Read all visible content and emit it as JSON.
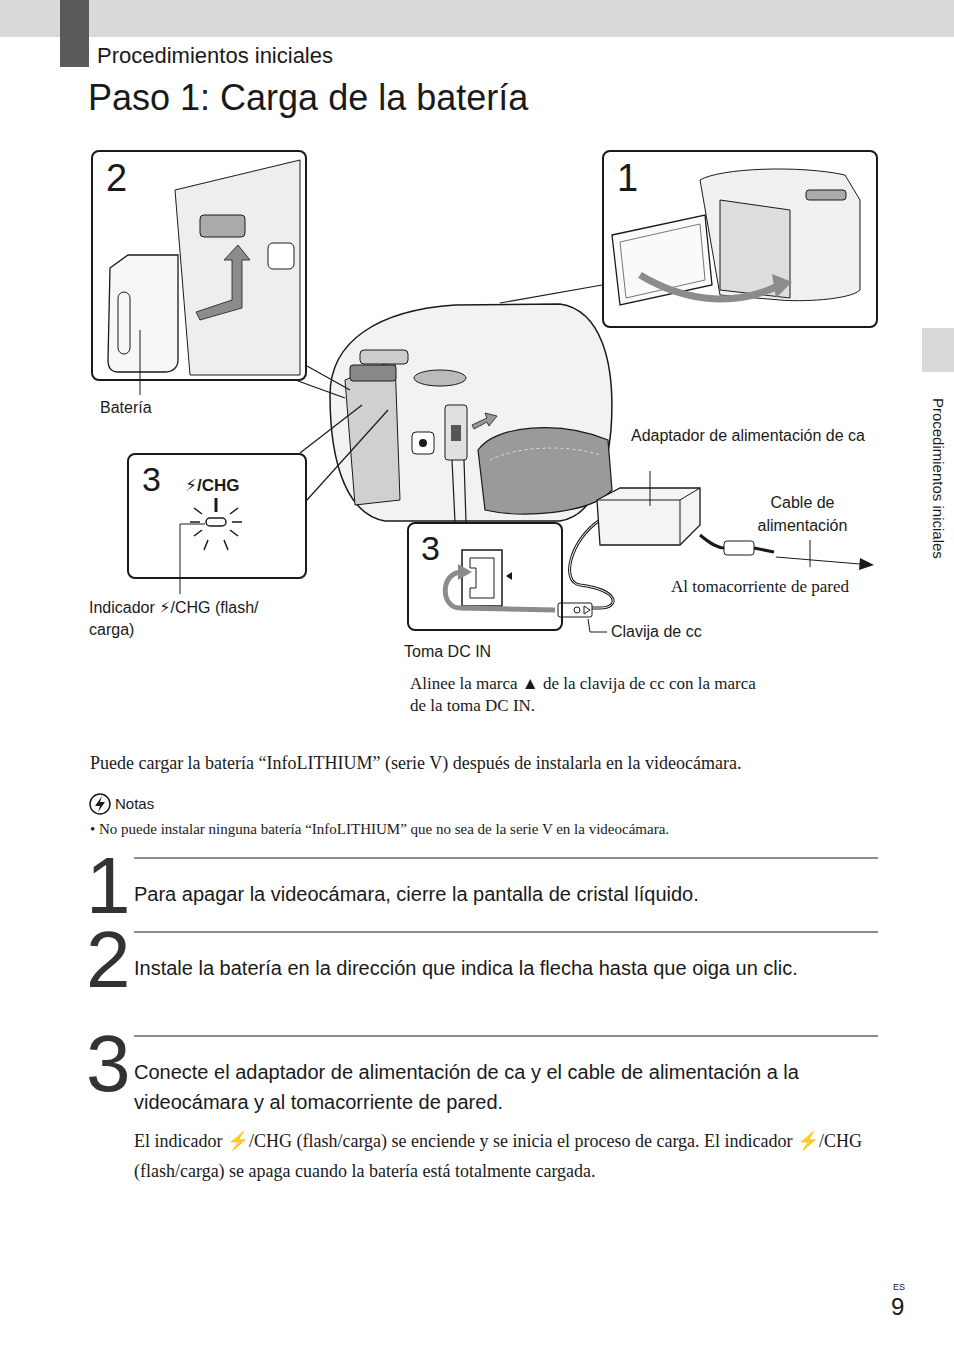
{
  "diagram": {
    "title": "Paso 1: Carga de la batería",
    "nodes": [
      {
        "text": [
          "2"
        ]
      },
      {
        "text": [
          "1"
        ]
      },
      {
        "text": [
          "3",
          "⚡/CHG"
        ]
      },
      {
        "text": [
          "3"
        ]
      }
    ],
    "labels": [
      "Procedimientos iniciales",
      "Procedimientos iniciales",
      "Batería",
      "Indicador ⚡/CHG (flash/ carga)",
      "Adaptador de alimentación de ca",
      "Cable de alimentación",
      "Al tomacorriente de pared",
      "Clavija de cc",
      "Toma DC IN",
      "Alinee la marca ▲ de la clavija de cc con la marca de la toma DC IN.",
      "Puede cargar la batería “InfoLITHIUM” (serie V) después de instalarla en la videocámara.",
      "Notas",
      "• No puede instalar ninguna batería “InfoLITHIUM” que no sea de la serie V en la videocámara.",
      "1",
      "Para apagar la videocámara, cierre la pantalla de cristal líquido.",
      "2",
      "Instale la batería en la dirección que indica la flecha hasta que oiga un clic.",
      "3",
      "Conecte el adaptador de alimentación de ca y el cable de alimentación a la videocámara y al tomacorriente de pared.",
      "El indicador ⚡/CHG (flash/carga) se enciende y se inicia el proceso de carga. El indicador ⚡/CHG (flash/carga) se apaga cuando la batería está totalmente cargada.",
      "ES",
      "9"
    ]
  }
}
